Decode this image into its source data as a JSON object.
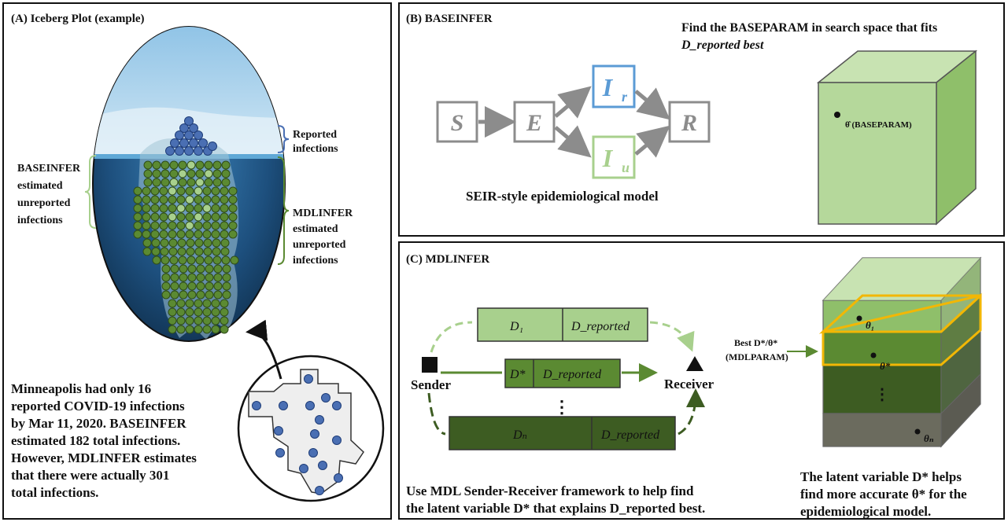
{
  "panel_a": {
    "title": "(A) Iceberg Plot (example)",
    "reported_label_1": "Reported",
    "reported_label_2": "infections",
    "base_label_1": "BASEINFER",
    "base_label_2": "estimated",
    "base_label_3": "unreported",
    "base_label_4": "infections",
    "mdl_label_1": "MDLINFER",
    "mdl_label_2": "estimated",
    "mdl_label_3": "unreported",
    "mdl_label_4": "infections",
    "desc_1": "Minneapolis had only 16",
    "desc_2": "reported COVID-19 infections",
    "desc_3": "by Mar 11, 2020. BASEINFER",
    "desc_4": "estimated 182 total infections.",
    "desc_5": "However, MDLINFER estimates",
    "desc_6": "that there were actually 301",
    "desc_7": "total infections."
  },
  "panel_b": {
    "title": "(B) BASEINFER",
    "find_1": "Find the BASEPARAM in search space that fits",
    "find_2": "D_reported best",
    "nodes": {
      "s": "S",
      "e": "E",
      "ir": "I",
      "ir_sub": "r",
      "iu": "I",
      "iu_sub": "u",
      "r": "R"
    },
    "model_caption": "SEIR-style epidemiological model",
    "theta_label": "θ̂ (BASEPARAM)"
  },
  "panel_c": {
    "title": "(C) MDLINFER",
    "sender": "Sender",
    "receiver": "Receiver",
    "d1": "D₁",
    "dstar": "D*",
    "dn": "Dₙ",
    "dreported": "D_reported",
    "ellipsis": "⋮",
    "best_1": "Best D*/θ*",
    "best_2": "(MDLPARAM)",
    "theta1": "θ₁",
    "thetastar": "θ*",
    "thetan": "θₙ",
    "caption_1": "Use MDL Sender-Receiver framework to help find",
    "caption_2": "the latent variable D* that explains D_reported best.",
    "right_1": "The latent variable D* helps",
    "right_2": "find more accurate θ* for the",
    "right_3": "epidemiological model."
  },
  "colors": {
    "reported_blue": "#4a6fb3",
    "base_green": "#a8d08d",
    "mdl_green": "#5b8a32",
    "dark_green": "#3d5c22",
    "box_gray": "#8c8c8c",
    "highlight_yellow": "#f2b705"
  }
}
